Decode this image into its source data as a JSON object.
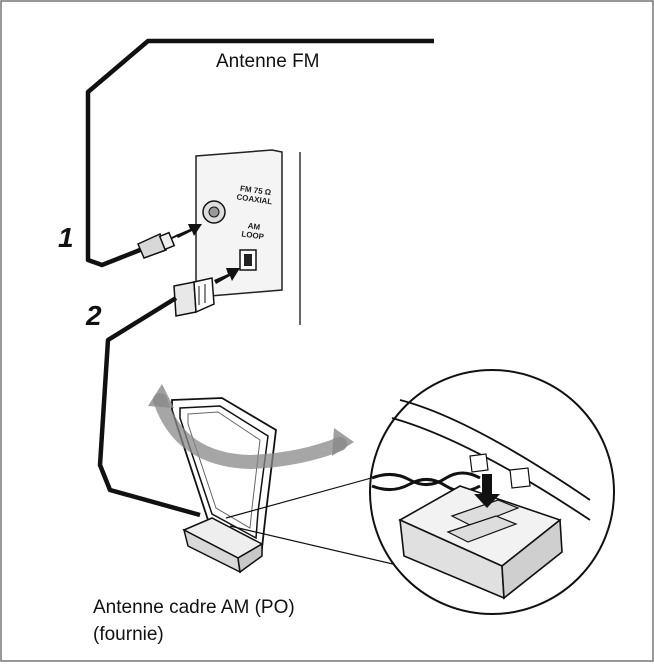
{
  "labels": {
    "fm_antenna": "Antenne FM",
    "am_antenna_line1": "Antenne cadre AM (PO)",
    "am_antenna_line2": "(fournie)",
    "step1": "1",
    "step2": "2",
    "terminal_fm_line1": "FM 75 Ω",
    "terminal_fm_line2": "COAXIAL",
    "terminal_am_line1": "AM",
    "terminal_am_line2": "LOOP"
  }
}
